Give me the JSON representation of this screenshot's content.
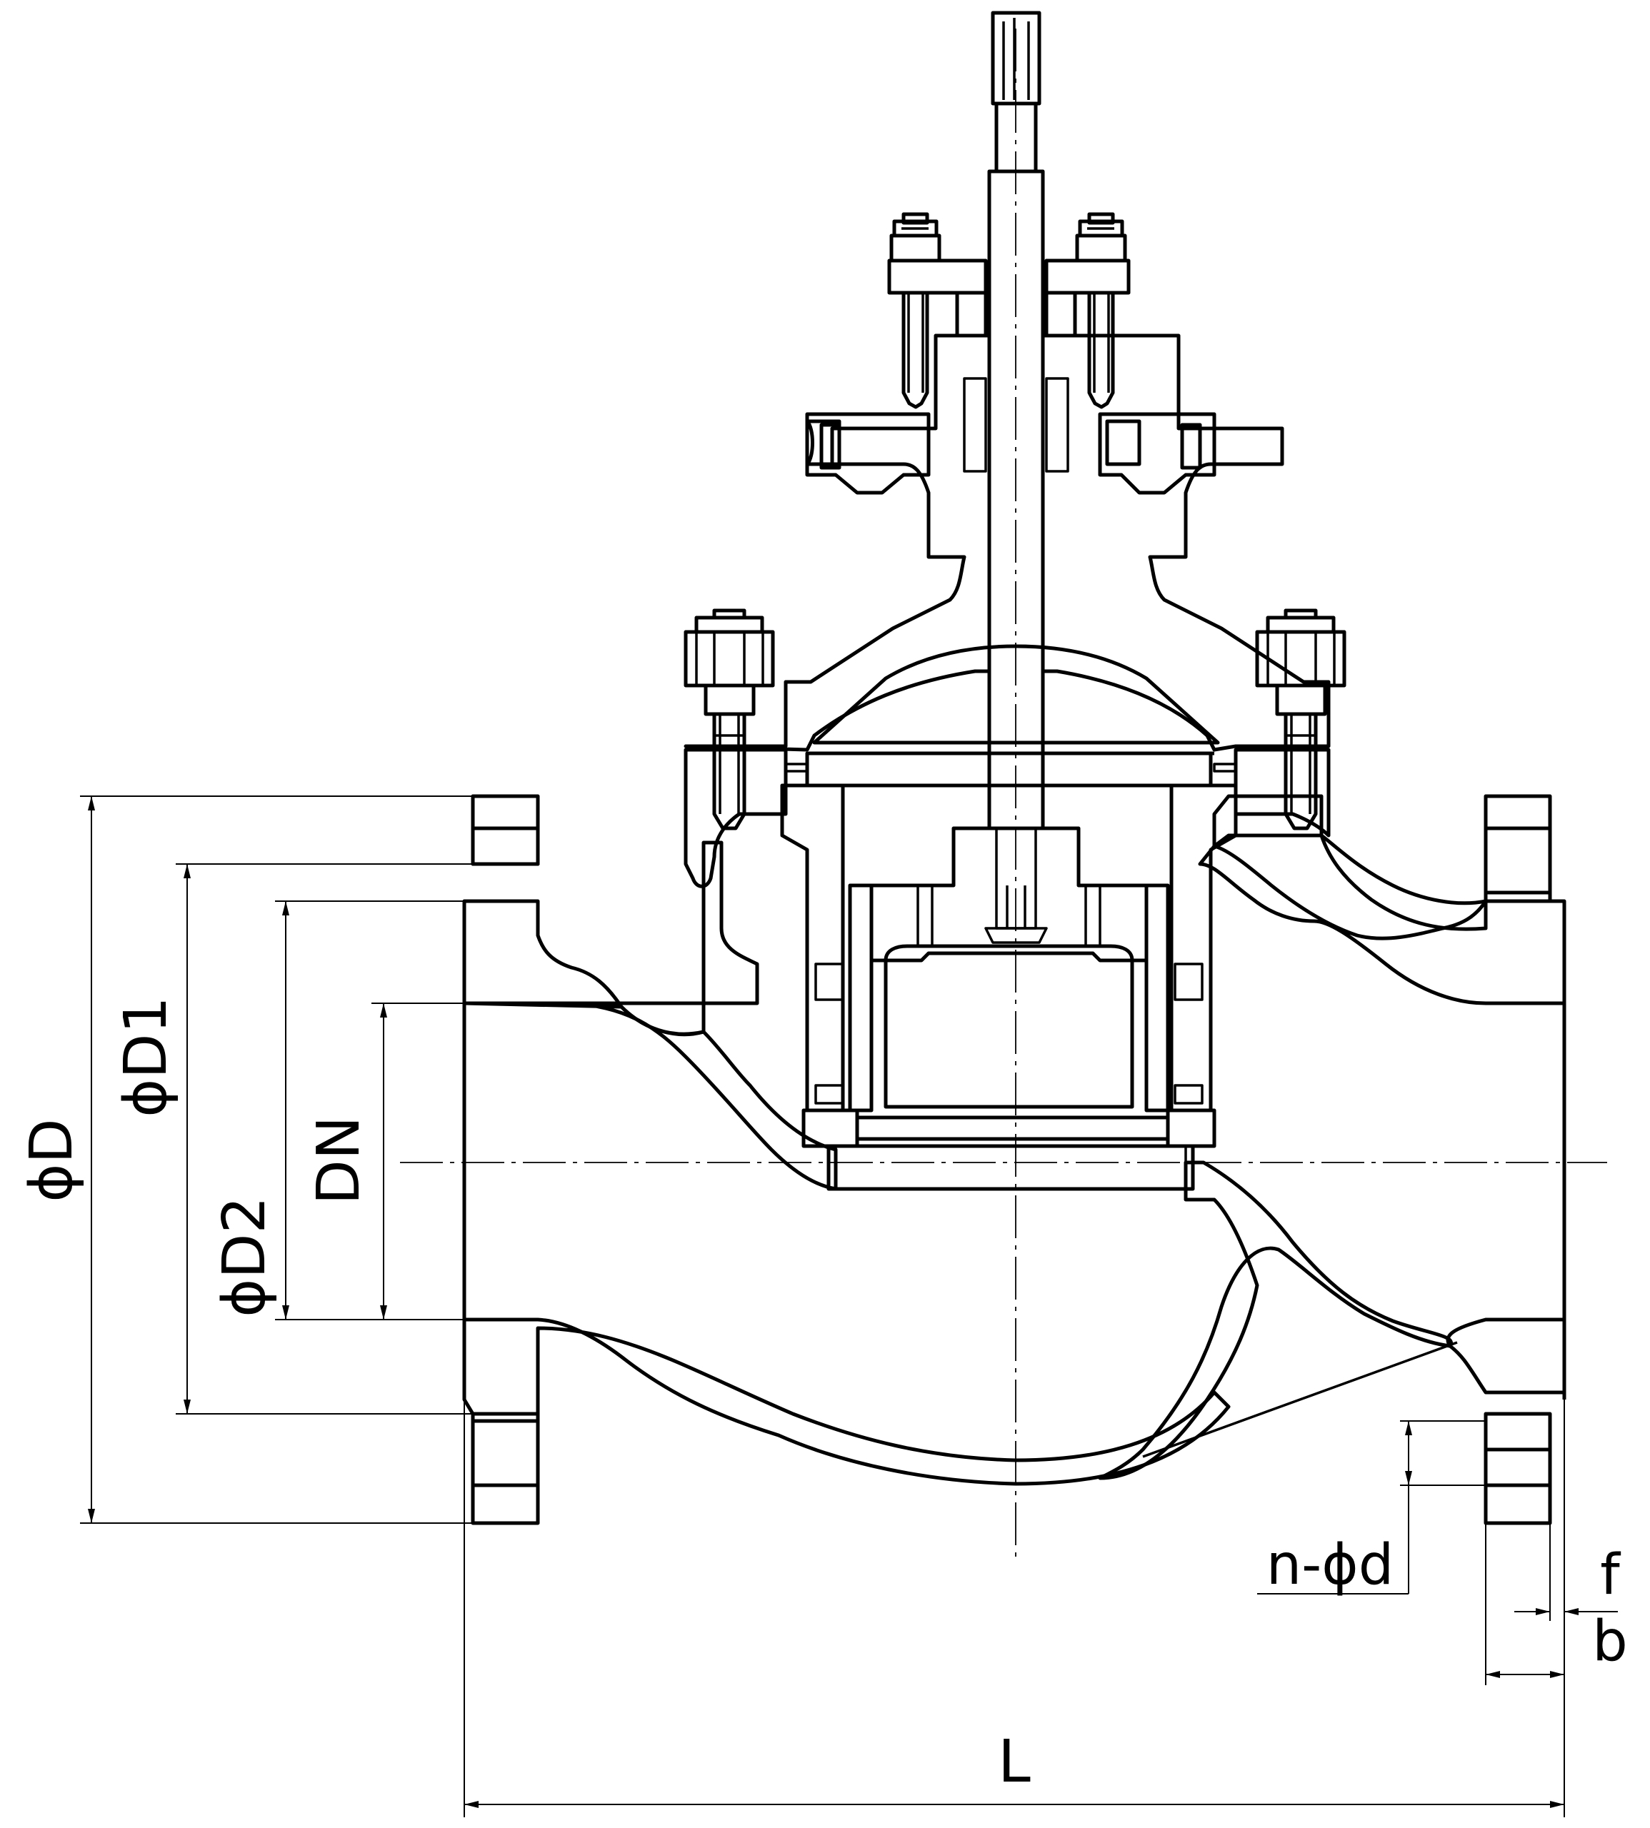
{
  "labels": {
    "outer_diameter": "ϕD",
    "bolt_circle_diameter": "ϕD1",
    "raised_face_diameter": "ϕD2",
    "nominal_diameter": "DN",
    "bolt_holes": "n-ϕd",
    "raised_face_height": "f",
    "flange_thickness": "b",
    "face_to_face_length": "L"
  }
}
